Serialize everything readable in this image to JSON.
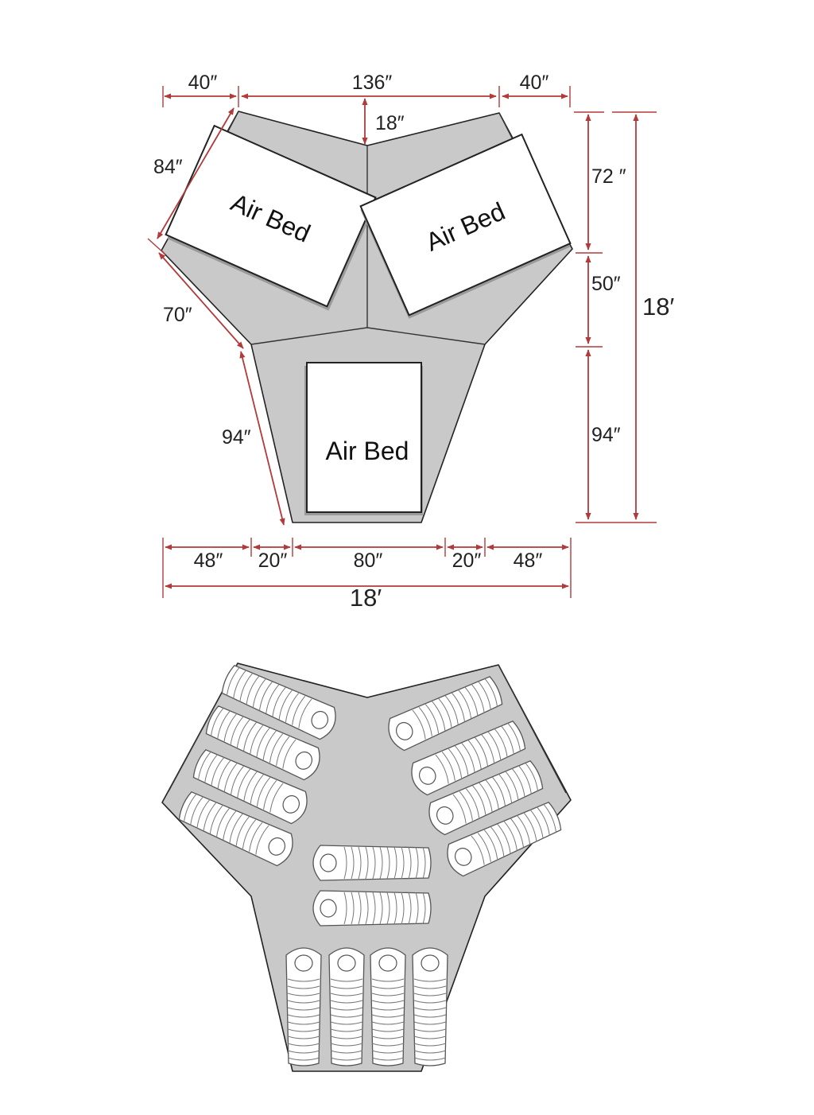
{
  "floor_plan": {
    "beds": [
      {
        "label": "Air Bed"
      },
      {
        "label": "Air Bed"
      },
      {
        "label": "Air Bed"
      }
    ],
    "dimensions": {
      "top_left": "40″",
      "top_center": "136″",
      "top_right": "40″",
      "notch_depth": "18″",
      "left_wing_edge": "84″",
      "left_wing_side": "70″",
      "left_lower_side": "94″",
      "right_upper": "72 ″",
      "right_middle": "50″",
      "right_lower": "94″",
      "right_total": "18′",
      "bottom_1": "48″",
      "bottom_2": "20″",
      "bottom_3": "80″",
      "bottom_4": "20″",
      "bottom_5": "48″",
      "bottom_total": "18′"
    }
  },
  "sleeping_layout": {
    "sleeping_bag_count": 14,
    "icon": "sleeping-bag-icon"
  },
  "colors": {
    "floor": "#c9c9c9",
    "dimension_line": "#b23a3a",
    "outline": "#222222"
  }
}
